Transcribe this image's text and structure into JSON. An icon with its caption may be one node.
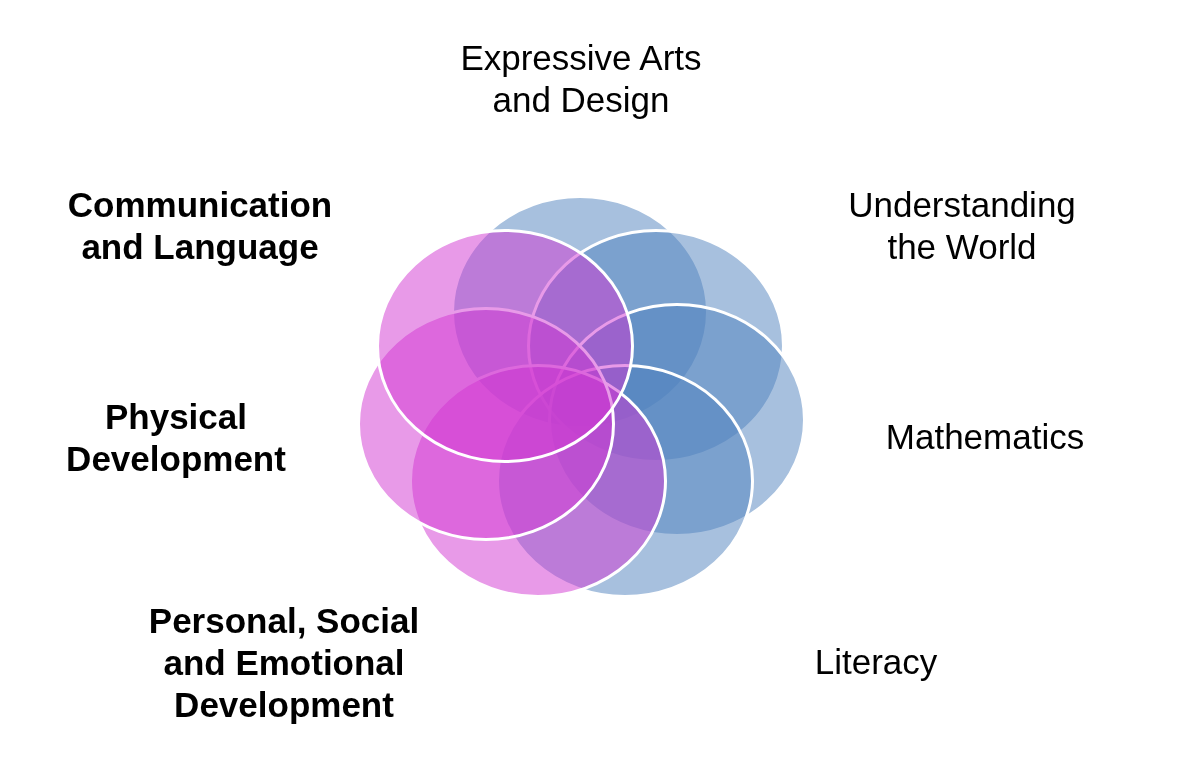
{
  "diagram": {
    "nodes": [
      {
        "text": [],
        "shape": "circle",
        "beside": [
          "Expressive Arts and Design"
        ]
      },
      {
        "text": [],
        "shape": "circle",
        "beside": [
          "Understanding the World"
        ]
      },
      {
        "text": [],
        "shape": "circle",
        "beside": [
          "Mathematics"
        ]
      },
      {
        "text": [],
        "shape": "circle",
        "beside": [
          "Literacy"
        ]
      },
      {
        "text": [],
        "shape": "circle",
        "beside": [
          "Personal, Social and Emotional Development"
        ]
      },
      {
        "text": [],
        "shape": "circle",
        "beside": [
          "Physical Development"
        ]
      },
      {
        "text": [],
        "shape": "circle",
        "beside": [
          "Communication and Language"
        ]
      }
    ],
    "edges": []
  }
}
